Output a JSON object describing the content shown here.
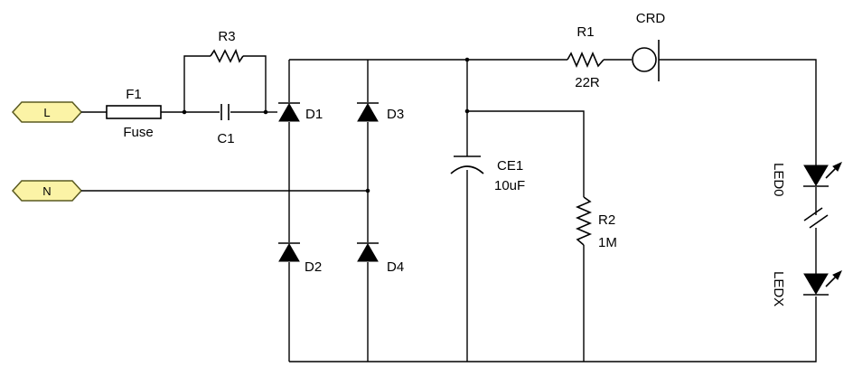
{
  "terminals": {
    "line": "L",
    "neutral": "N"
  },
  "labels": {
    "f1": "F1",
    "fuse": "Fuse",
    "r3": "R3",
    "c1": "C1",
    "d1": "D1",
    "d2": "D2",
    "d3": "D3",
    "d4": "D4",
    "r1": "R1",
    "r1_value": "22R",
    "crd": "CRD",
    "ce1": "CE1",
    "ce1_value": "10uF",
    "r2": "R2",
    "r2_value": "1M",
    "led0": "LED0",
    "ledx": "LEDX"
  },
  "colors": {
    "terminal_fill": "#fbf3a6",
    "terminal_stroke": "#5a5a20",
    "wire": "#000000"
  }
}
